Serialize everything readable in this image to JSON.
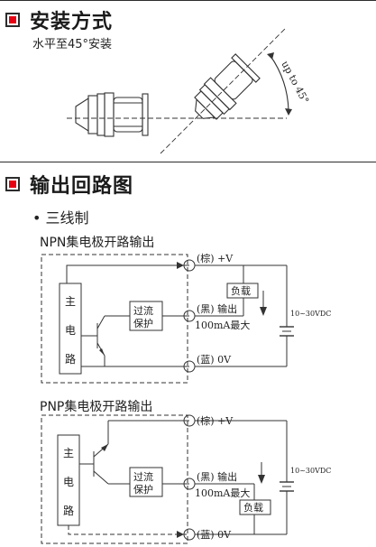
{
  "mounting": {
    "heading": "安装方式",
    "subtitle": "水平至45°安装",
    "angle_label": "up to 45°"
  },
  "output": {
    "heading": "输出回路图",
    "bullet": "• 三线制"
  },
  "npn": {
    "title": "NPN集电极开路输出",
    "main_circuit": [
      "主",
      "电",
      "路"
    ],
    "overcurrent": [
      "过流",
      "保护"
    ],
    "brown": "(棕) +V",
    "black": "(黑) 输出",
    "current": "100mA最大",
    "blue": "(蓝) 0V",
    "load": "负载",
    "supply": "10~30VDC"
  },
  "pnp": {
    "title": "PNP集电极开路输出",
    "main_circuit": [
      "主",
      "电",
      "路"
    ],
    "overcurrent": [
      "过流",
      "保护"
    ],
    "brown": "(棕) +V",
    "black": "(黑) 输出",
    "current": "100mA最大",
    "blue": "(蓝) 0V",
    "load": "负载",
    "supply": "10~30VDC"
  }
}
